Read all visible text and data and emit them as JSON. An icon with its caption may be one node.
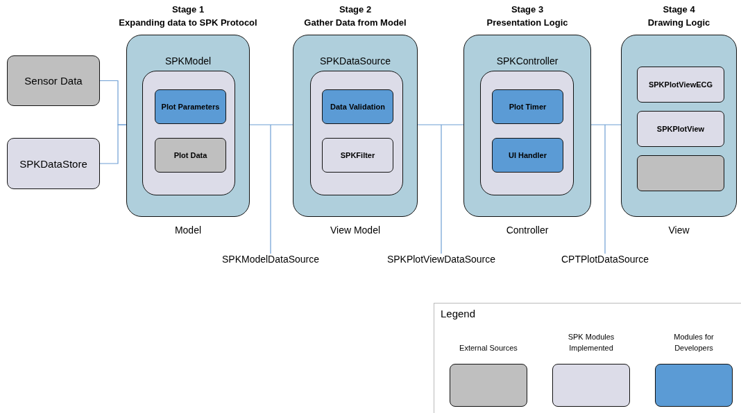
{
  "diagram": {
    "nodes": [
      {
        "text": [
          "Sensor Data"
        ]
      },
      {
        "text": [
          "SPKDataStore"
        ]
      },
      {
        "text": [
          "Stage 1",
          "Expanding data to SPK Protocol",
          "SPKModel"
        ],
        "beside": [
          "Model"
        ]
      },
      {
        "text": [],
        "shape": "box",
        "in": 2
      },
      {
        "text": [
          "Plot Parameters"
        ],
        "in": 3
      },
      {
        "text": [
          "Plot Data"
        ],
        "in": 3
      },
      {
        "text": [
          "Stage 2",
          "Gather Data from Model",
          "SPKDataSource"
        ],
        "beside": [
          "View Model"
        ]
      },
      {
        "text": [],
        "shape": "box",
        "in": 6
      },
      {
        "text": [
          "Data Validation"
        ],
        "in": 7
      },
      {
        "text": [
          "SPKFilter"
        ],
        "in": 7
      },
      {
        "text": [
          "Stage 3",
          "Presentation Logic",
          "SPKController"
        ],
        "beside": [
          "Controller"
        ]
      },
      {
        "text": [],
        "shape": "box",
        "in": 10
      },
      {
        "text": [
          "Plot Timer"
        ],
        "in": 11
      },
      {
        "text": [
          "UI Handler"
        ],
        "in": 11
      },
      {
        "text": [
          "Stage 4",
          "Drawing Logic"
        ],
        "beside": [
          "View"
        ]
      },
      {
        "text": [
          "SPKPlotViewECG"
        ],
        "in": 14
      },
      {
        "text": [
          "SPKPlotView"
        ],
        "in": 14
      },
      {
        "text": [],
        "shape": "box",
        "in": 14
      },
      {
        "text": [
          "SPKModelDataSource"
        ]
      },
      {
        "text": [
          "SPKPlotViewDataSource"
        ]
      },
      {
        "text": [
          "CPTPlotDataSource"
        ]
      }
    ],
    "edges": [
      {
        "from": 0,
        "to": 2,
        "arrow": "none"
      },
      {
        "from": 1,
        "to": 2,
        "arrow": "none"
      },
      {
        "from": 2,
        "to": 6,
        "arrow": "none"
      },
      {
        "from": 6,
        "to": 10,
        "arrow": "none"
      },
      {
        "from": 10,
        "to": 14,
        "arrow": "none"
      },
      {
        "from": 18,
        "to": null,
        "arrow": "none"
      },
      {
        "from": 19,
        "to": null,
        "arrow": "none"
      },
      {
        "from": 20,
        "to": null,
        "arrow": "none"
      }
    ],
    "labels": [
      "Legend"
    ],
    "legend": [
      {
        "text": "External Sources",
        "color": "#bfbfbf"
      },
      {
        "text": "SPK Modules Implemented",
        "color": "#dcdce8"
      },
      {
        "text": "Modules for Developers",
        "color": "#5b9bd5"
      }
    ]
  }
}
